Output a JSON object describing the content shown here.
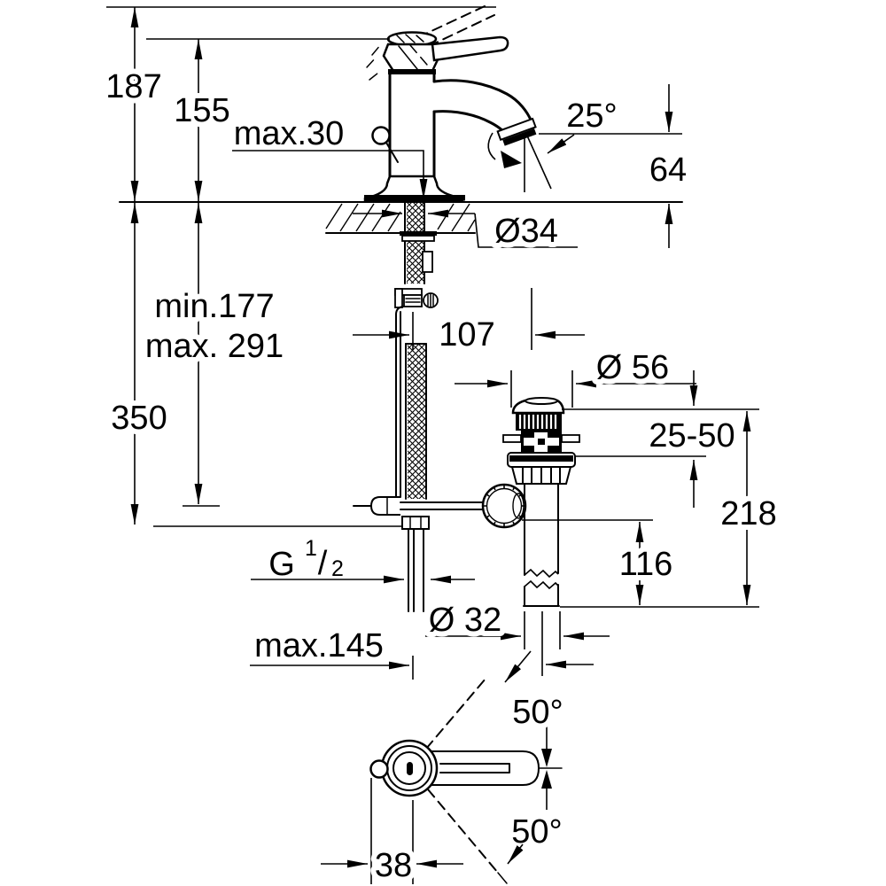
{
  "drawing": {
    "type": "technical-dimension-drawing",
    "subject": "single-lever basin mixer faucet with pop-up waste",
    "colors": {
      "line": "#000000",
      "background": "#ffffff"
    },
    "labels": {
      "h187": "187",
      "h155": "155",
      "max30": "max.30",
      "angle25": "25°",
      "v64": "64",
      "dia34": "Ø34",
      "min177": "min.177",
      "max291": "max. 291",
      "v350": "350",
      "h107": "107",
      "dia56": "Ø 56",
      "range2550": "25-50",
      "v218": "218",
      "v116": "116",
      "thread": {
        "base": "G",
        "sup": "1",
        "slash": "/",
        "sub": "2",
        "value": "G 1/2"
      },
      "dia32": "Ø 32",
      "max145": "max.145",
      "angle50top": "50°",
      "angle50bottom": "50°",
      "w38": "38"
    }
  }
}
